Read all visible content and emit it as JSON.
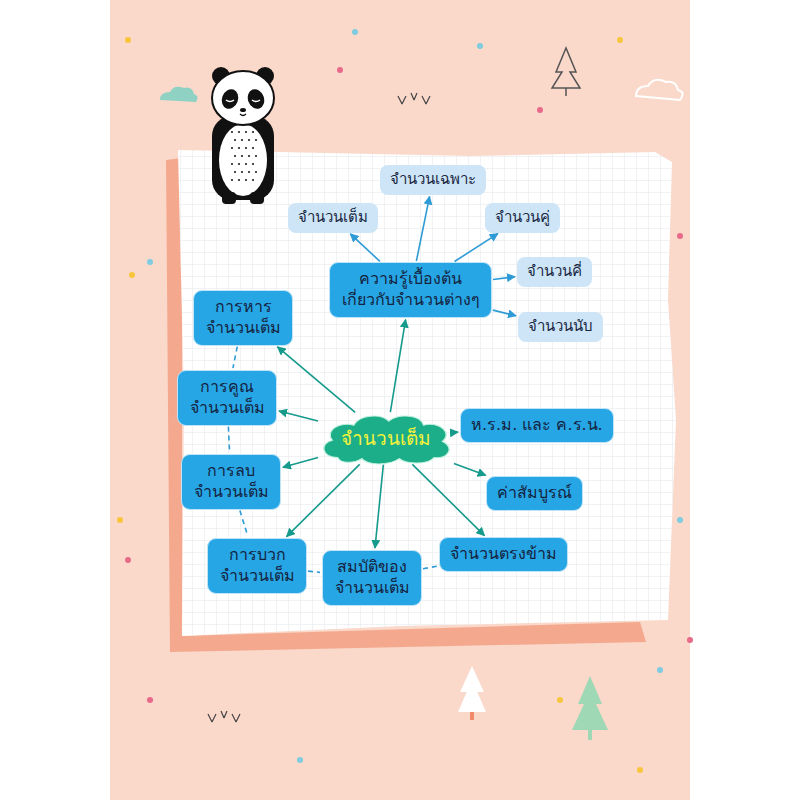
{
  "diagram": {
    "nodes": [
      {
        "text": [
          "จำนวนเฉพาะ"
        ]
      },
      {
        "text": [
          "จำนวนเต็ม"
        ]
      },
      {
        "text": [
          "จำนวนคู่"
        ]
      },
      {
        "text": [
          "ความรู้เบื้องต้น เกี่ยวกับจำนวนต่างๆ"
        ]
      },
      {
        "text": [
          "จำนวนคี่"
        ]
      },
      {
        "text": [
          "การหาร จำนวนเต็ม"
        ]
      },
      {
        "text": [
          "จำนวนนับ"
        ]
      },
      {
        "text": [
          "การคูณ จำนวนเต็ม"
        ]
      },
      {
        "text": [
          "จำนวนเต็ม"
        ]
      },
      {
        "text": [
          "ห.ร.ม. และ ค.ร.น."
        ]
      },
      {
        "text": [
          "การลบ จำนวนเต็ม"
        ]
      },
      {
        "text": [
          "ค่าสัมบูรณ์"
        ]
      },
      {
        "text": [
          "จำนวนตรงข้าม"
        ]
      },
      {
        "text": [
          "การบวก จำนวนเต็ม"
        ]
      },
      {
        "text": [
          "สมบัติของ จำนวนเต็ม"
        ]
      }
    ],
    "edges": [
      {
        "from": 8,
        "to": 3,
        "arrow": "to"
      },
      {
        "from": 8,
        "to": 5,
        "arrow": "to"
      },
      {
        "from": 8,
        "to": 7,
        "arrow": "to"
      },
      {
        "from": 8,
        "to": 10,
        "arrow": "to"
      },
      {
        "from": 8,
        "to": 13,
        "arrow": "to"
      },
      {
        "from": 8,
        "to": 14,
        "arrow": "to"
      },
      {
        "from": 8,
        "to": 12,
        "arrow": "to"
      },
      {
        "from": 8,
        "to": 11,
        "arrow": "to"
      },
      {
        "from": 8,
        "to": 9,
        "arrow": "to"
      },
      {
        "from": 3,
        "to": 0,
        "arrow": "to"
      },
      {
        "from": 3,
        "to": 1,
        "arrow": "to"
      },
      {
        "from": 3,
        "to": 2,
        "arrow": "to"
      },
      {
        "from": 3,
        "to": 4,
        "arrow": "to"
      },
      {
        "from": 3,
        "to": 6,
        "arrow": "to"
      },
      {
        "from": 5,
        "to": 7,
        "arrow": "none"
      },
      {
        "from": 7,
        "to": 10,
        "arrow": "none"
      },
      {
        "from": 10,
        "to": 13,
        "arrow": "none"
      },
      {
        "from": 13,
        "to": 14,
        "arrow": "none"
      },
      {
        "from": 14,
        "to": 12,
        "arrow": "none"
      }
    ]
  }
}
